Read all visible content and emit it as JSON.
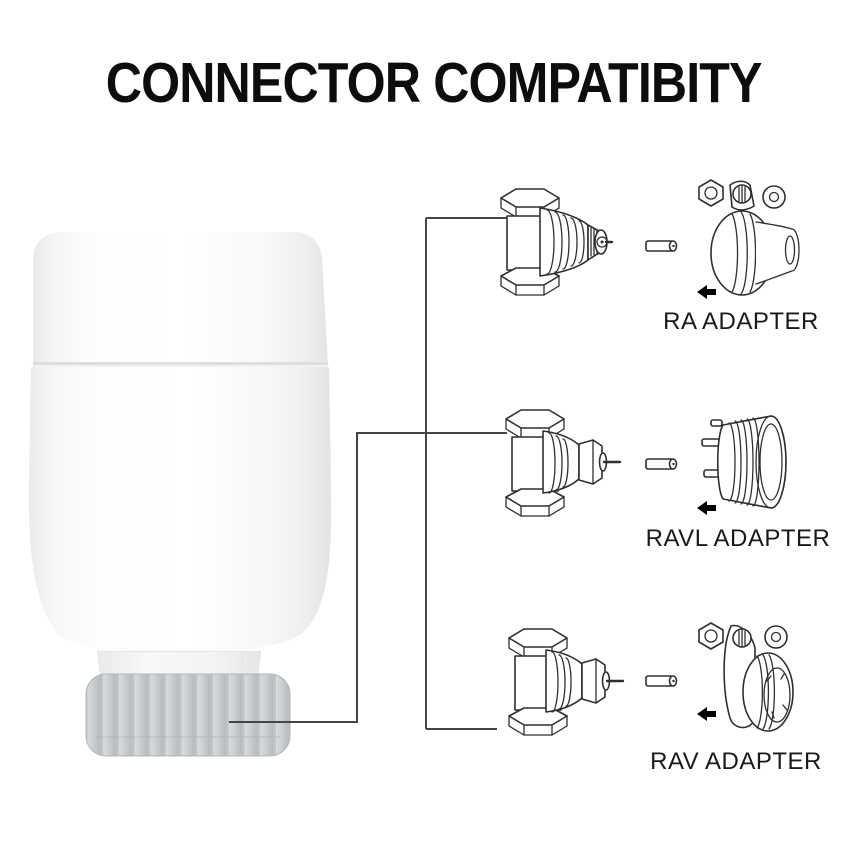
{
  "title": "CONNECTOR COMPATIBITY",
  "device_icon": "radiator-thermostat-actuator",
  "rows": [
    {
      "adapter_label": "RA ADAPTER",
      "valve_icon": "angle-valve-ra-icon",
      "pin_icon": "adapter-pin-icon",
      "adapter_icon": "ra-adapter-icon",
      "arrow_icon": "left-arrow-icon"
    },
    {
      "adapter_label": "RAVL ADAPTER",
      "valve_icon": "angle-valve-ravl-icon",
      "pin_icon": "adapter-pin-icon",
      "adapter_icon": "ravl-adapter-icon",
      "arrow_icon": "left-arrow-icon"
    },
    {
      "adapter_label": "RAV ADAPTER",
      "valve_icon": "angle-valve-rav-icon",
      "pin_icon": "adapter-pin-icon",
      "adapter_icon": "rav-adapter-icon",
      "arrow_icon": "left-arrow-icon"
    }
  ],
  "colors": {
    "background": "#ffffff",
    "title_text": "#0d0d0d",
    "label_text": "#1a1a1a",
    "connector_line": "#454545",
    "line_art": "#2f2f2f",
    "arrow_fill": "#000000",
    "device_body_light": "#ffffff",
    "device_body_shade": "#e5e7e9",
    "device_ring": "#c7cacc"
  }
}
